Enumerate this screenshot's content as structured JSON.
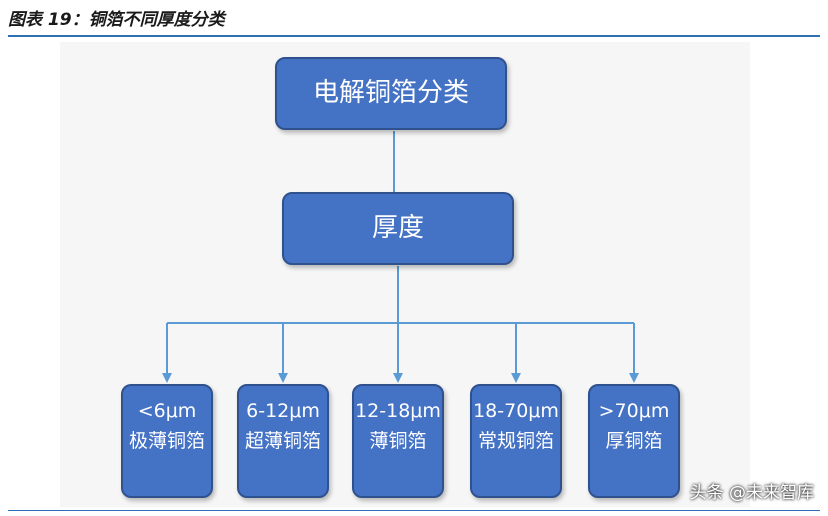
{
  "figure_title": "图表 19：铜箔不同厚度分类",
  "root": "电解铜箔分类",
  "middle": "厚度",
  "leaves": [
    {
      "range": "<6μm",
      "name": "极薄铜箔"
    },
    {
      "range": "6-12μm",
      "name": "超薄铜箔"
    },
    {
      "range": "12-18μm",
      "name": "薄铜箔"
    },
    {
      "range": "18-70μm",
      "name": "常规铜箔"
    },
    {
      "range": ">70μm",
      "name": "厚铜箔"
    }
  ],
  "watermark": "头条 @未来智库",
  "colors": {
    "box_fill": "#4472c4",
    "box_border": "#2f528f",
    "connector": "#5b9bd5",
    "rule": "#2f6fb5"
  }
}
